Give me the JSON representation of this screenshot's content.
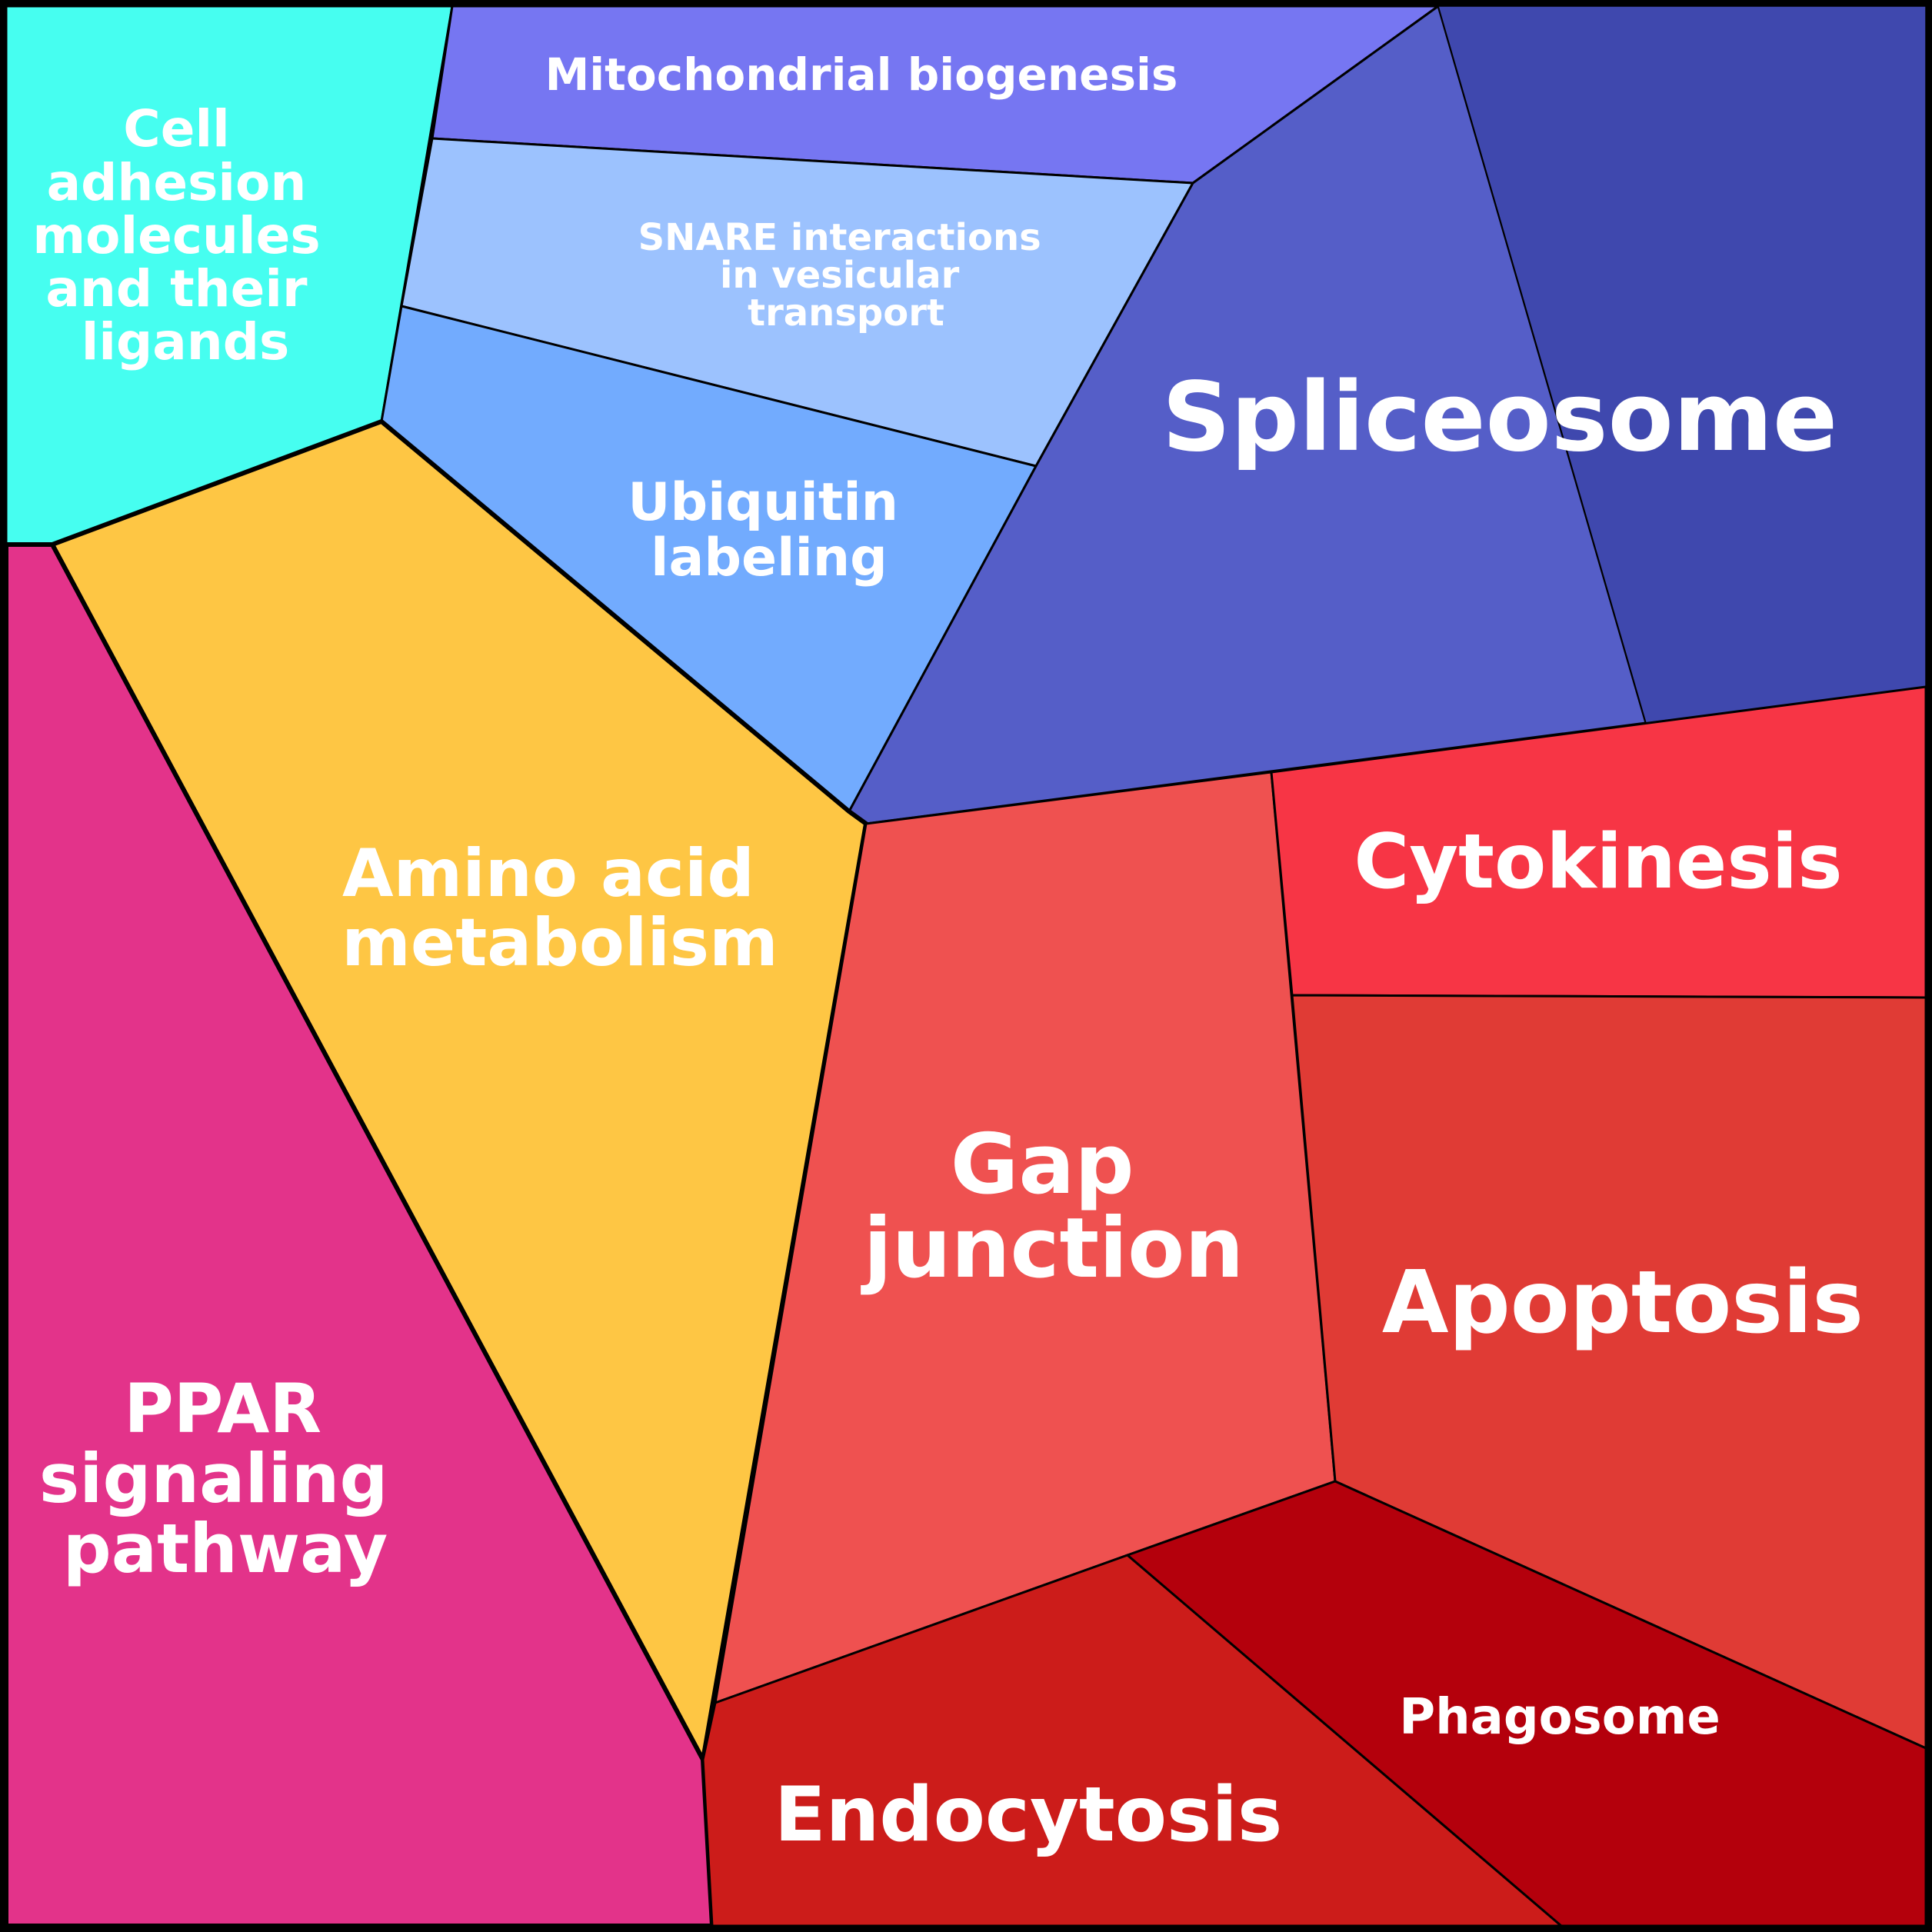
{
  "regions": [
    {
      "id": "cell-adhesion",
      "color": "#46fef0",
      "label": [
        "Cell",
        "adhesion",
        "molecules",
        "and their",
        "ligands"
      ]
    },
    {
      "id": "mitochondrial-biogenesis",
      "color": "#7676f2",
      "label": [
        "Mitochondrial biogenesis"
      ]
    },
    {
      "id": "snare-interactions",
      "color": "#9cc2fe",
      "label": [
        "SNARE interactions",
        "in vesicular",
        "transport"
      ]
    },
    {
      "id": "ubiquitin-labeling",
      "color": "#72abfe",
      "label": [
        "Ubiquitin",
        "labeling"
      ]
    },
    {
      "id": "spliceosome",
      "color": "#555ec8",
      "label": [
        "Spliceosome"
      ]
    },
    {
      "id": "spliceosome-sub",
      "color": "#3f48ae",
      "label": []
    },
    {
      "id": "amino-acid-metabolism",
      "color": "#fec644",
      "label": [
        "Amino acid",
        "metabolism"
      ]
    },
    {
      "id": "ppar-signaling",
      "color": "#e3338a",
      "label": [
        "PPAR",
        "signaling",
        "pathway"
      ]
    },
    {
      "id": "gap-junction",
      "color": "#ef5150",
      "label": [
        "Gap",
        "junction"
      ]
    },
    {
      "id": "cytokinesis",
      "color": "#f73545",
      "label": [
        "Cytokinesis"
      ]
    },
    {
      "id": "apoptosis",
      "color": "#e03b35",
      "label": [
        "Apoptosis"
      ]
    },
    {
      "id": "endocytosis",
      "color": "#cc1c1a",
      "label": [
        "Endocytosis"
      ]
    },
    {
      "id": "phagosome",
      "color": "#b4000c",
      "label": [
        "Phagosome"
      ]
    }
  ]
}
